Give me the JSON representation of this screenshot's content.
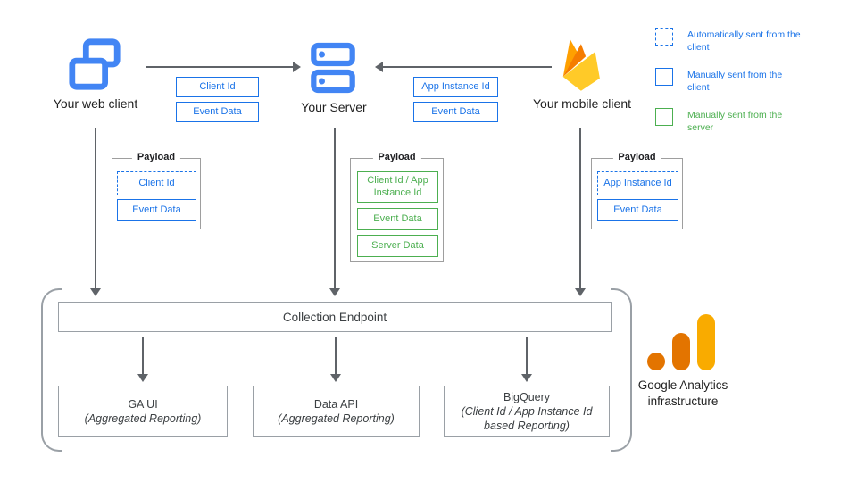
{
  "legend": {
    "items": [
      {
        "label": "Automatically sent from the client",
        "style": "dashed-blue"
      },
      {
        "label": "Manually sent from the client",
        "style": "solid-blue"
      },
      {
        "label": "Manually sent from the server",
        "style": "solid-green"
      }
    ]
  },
  "nodes": {
    "web_client": {
      "label": "Your web client",
      "icon": "browser-windows-icon"
    },
    "server": {
      "label": "Your Server",
      "icon": "server-stack-icon"
    },
    "mobile_client": {
      "label": "Your mobile client",
      "icon": "firebase-icon"
    }
  },
  "edge_labels": {
    "web_to_server": [
      "Client Id",
      "Event Data"
    ],
    "mobile_to_server": [
      "App Instance Id",
      "Event Data"
    ]
  },
  "payloads": {
    "web": {
      "title": "Payload",
      "fields": [
        "Client Id",
        "Event Data"
      ]
    },
    "server": {
      "title": "Payload",
      "fields": [
        "Client Id / App Instance Id",
        "Event Data",
        "Server Data"
      ]
    },
    "mobile": {
      "title": "Payload",
      "fields": [
        "App Instance Id",
        "Event Data"
      ]
    }
  },
  "infrastructure": {
    "collection_endpoint": "Collection Endpoint",
    "outputs": [
      {
        "title": "GA UI",
        "subtitle": "(Aggregated Reporting)"
      },
      {
        "title": "Data API",
        "subtitle": "(Aggregated Reporting)"
      },
      {
        "title": "BigQuery",
        "subtitle": "(Client Id / App Instance Id based Reporting)"
      }
    ],
    "brand": "Google Analytics infrastructure"
  },
  "colors": {
    "blue": "#1a73e8",
    "icon_blue": "#4285f4",
    "green": "#4caf50",
    "arrow_gray": "#5f6368",
    "border_gray": "#9aa0a6",
    "firebase_amber": "#ffa000",
    "firebase_orange": "#f57c00",
    "firebase_yellow": "#ffca28",
    "ga_dark_orange": "#e37400",
    "ga_amber": "#f9ab00"
  }
}
